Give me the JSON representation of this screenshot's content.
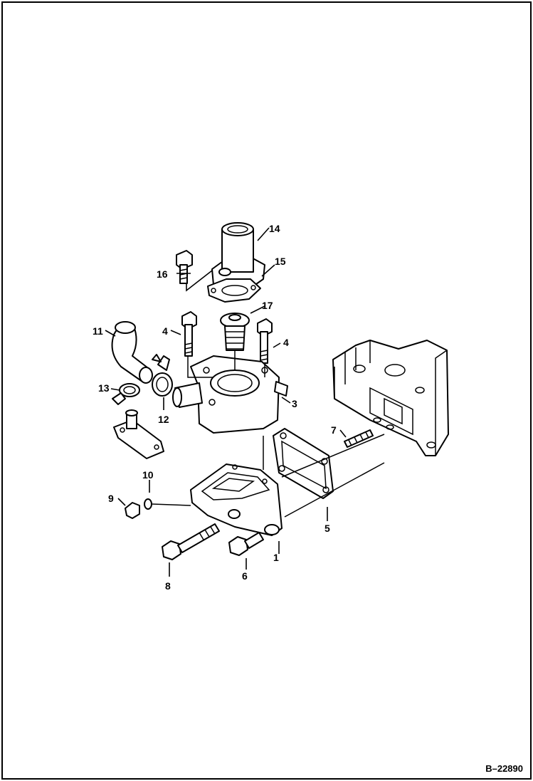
{
  "figure_ref": "B–22890",
  "callouts": [
    "1",
    "3",
    "4",
    "4",
    "5",
    "6",
    "7",
    "8",
    "9",
    "10",
    "11",
    "12",
    "13",
    "14",
    "15",
    "16",
    "17"
  ]
}
